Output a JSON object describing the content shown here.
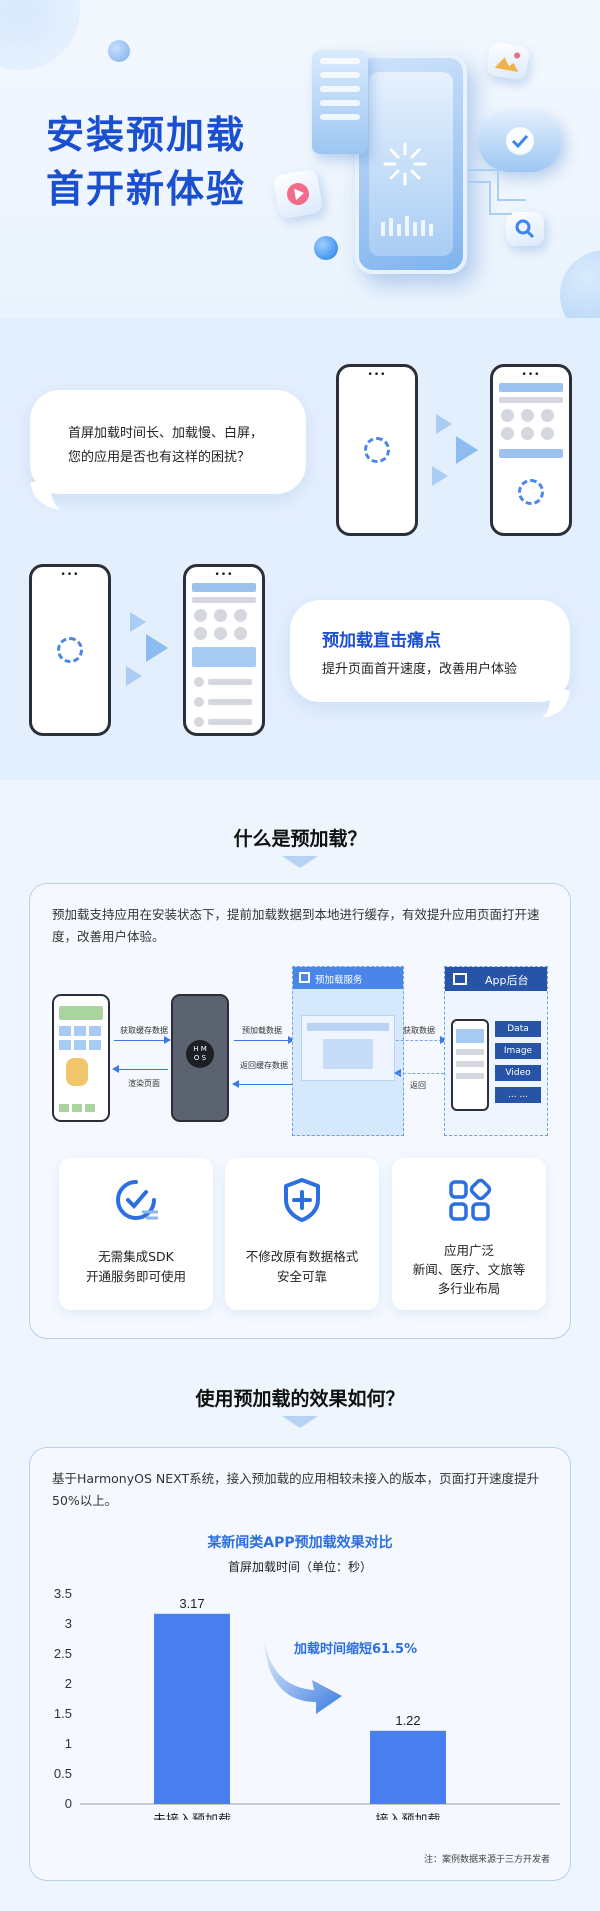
{
  "hero": {
    "title_line1": "安装预加载",
    "title_line2": "首开新体验"
  },
  "pain": {
    "question_line1": "首屏加载时间长、加载慢、白屏，",
    "question_line2": "您的应用是否也有这样的困扰？",
    "solution_title": "预加载直击痛点",
    "solution_sub": "提升页面首开速度，改善用户体验",
    "phone_notch": "•••"
  },
  "what": {
    "heading": "什么是预加载？",
    "description": "预加载支持应用在安装状态下，提前加载数据到本地进行缓存，有效提升应用页面打开速度，改善用户体验。",
    "diagram": {
      "service_title": "预加载服务",
      "backend_title": "App后台",
      "hmos_letters": "H M\nO S",
      "label_get_cache": "获取缓存数据",
      "label_render": "渲染页面",
      "label_preload": "预加载数据",
      "label_return_cache": "返回缓存数据",
      "label_get_data": "获取数据",
      "label_return": "返回",
      "backend_items": [
        "Data",
        "Image",
        "Video",
        "... ..."
      ]
    },
    "features": [
      {
        "icon": "speed-check-icon",
        "line1": "无需集成SDK",
        "line2": "开通服务即可使用",
        "line3": ""
      },
      {
        "icon": "shield-plus-icon",
        "line1": "不修改原有数据格式",
        "line2": "安全可靠",
        "line3": ""
      },
      {
        "icon": "apps-grid-icon",
        "line1": "应用广泛",
        "line2": "新闻、医疗、文旅等",
        "line3": "多行业布局"
      }
    ]
  },
  "effect": {
    "heading": "使用预加载的效果如何？",
    "description": "基于HarmonyOS NEXT系统，接入预加载的应用相较未接入的版本，页面打开速度提升50%以上。",
    "annotation": "加载时间缩短61.5%",
    "note": "注：案例数据来源于三方开发者"
  },
  "chart_data": {
    "type": "bar",
    "title": "某新闻类APP预加载效果对比",
    "subtitle": "首屏加载时间（单位：秒）",
    "categories": [
      "未接入预加载",
      "接入预加载"
    ],
    "values": [
      3.17,
      1.22
    ],
    "value_labels": [
      "3.17",
      "1.22"
    ],
    "ylim": [
      0,
      3.5
    ],
    "yticks": [
      0,
      0.5,
      1,
      1.5,
      2,
      2.5,
      3,
      3.5
    ],
    "ytick_labels": [
      "0",
      "0.5",
      "1",
      "1.5",
      "2",
      "2.5",
      "3",
      "3.5"
    ],
    "grid": false,
    "bar_color": "#4a7ff0"
  },
  "colors": {
    "brand": "#1a4fd0",
    "accent": "#2c6fe0",
    "page_bg": "#eef5fd"
  }
}
